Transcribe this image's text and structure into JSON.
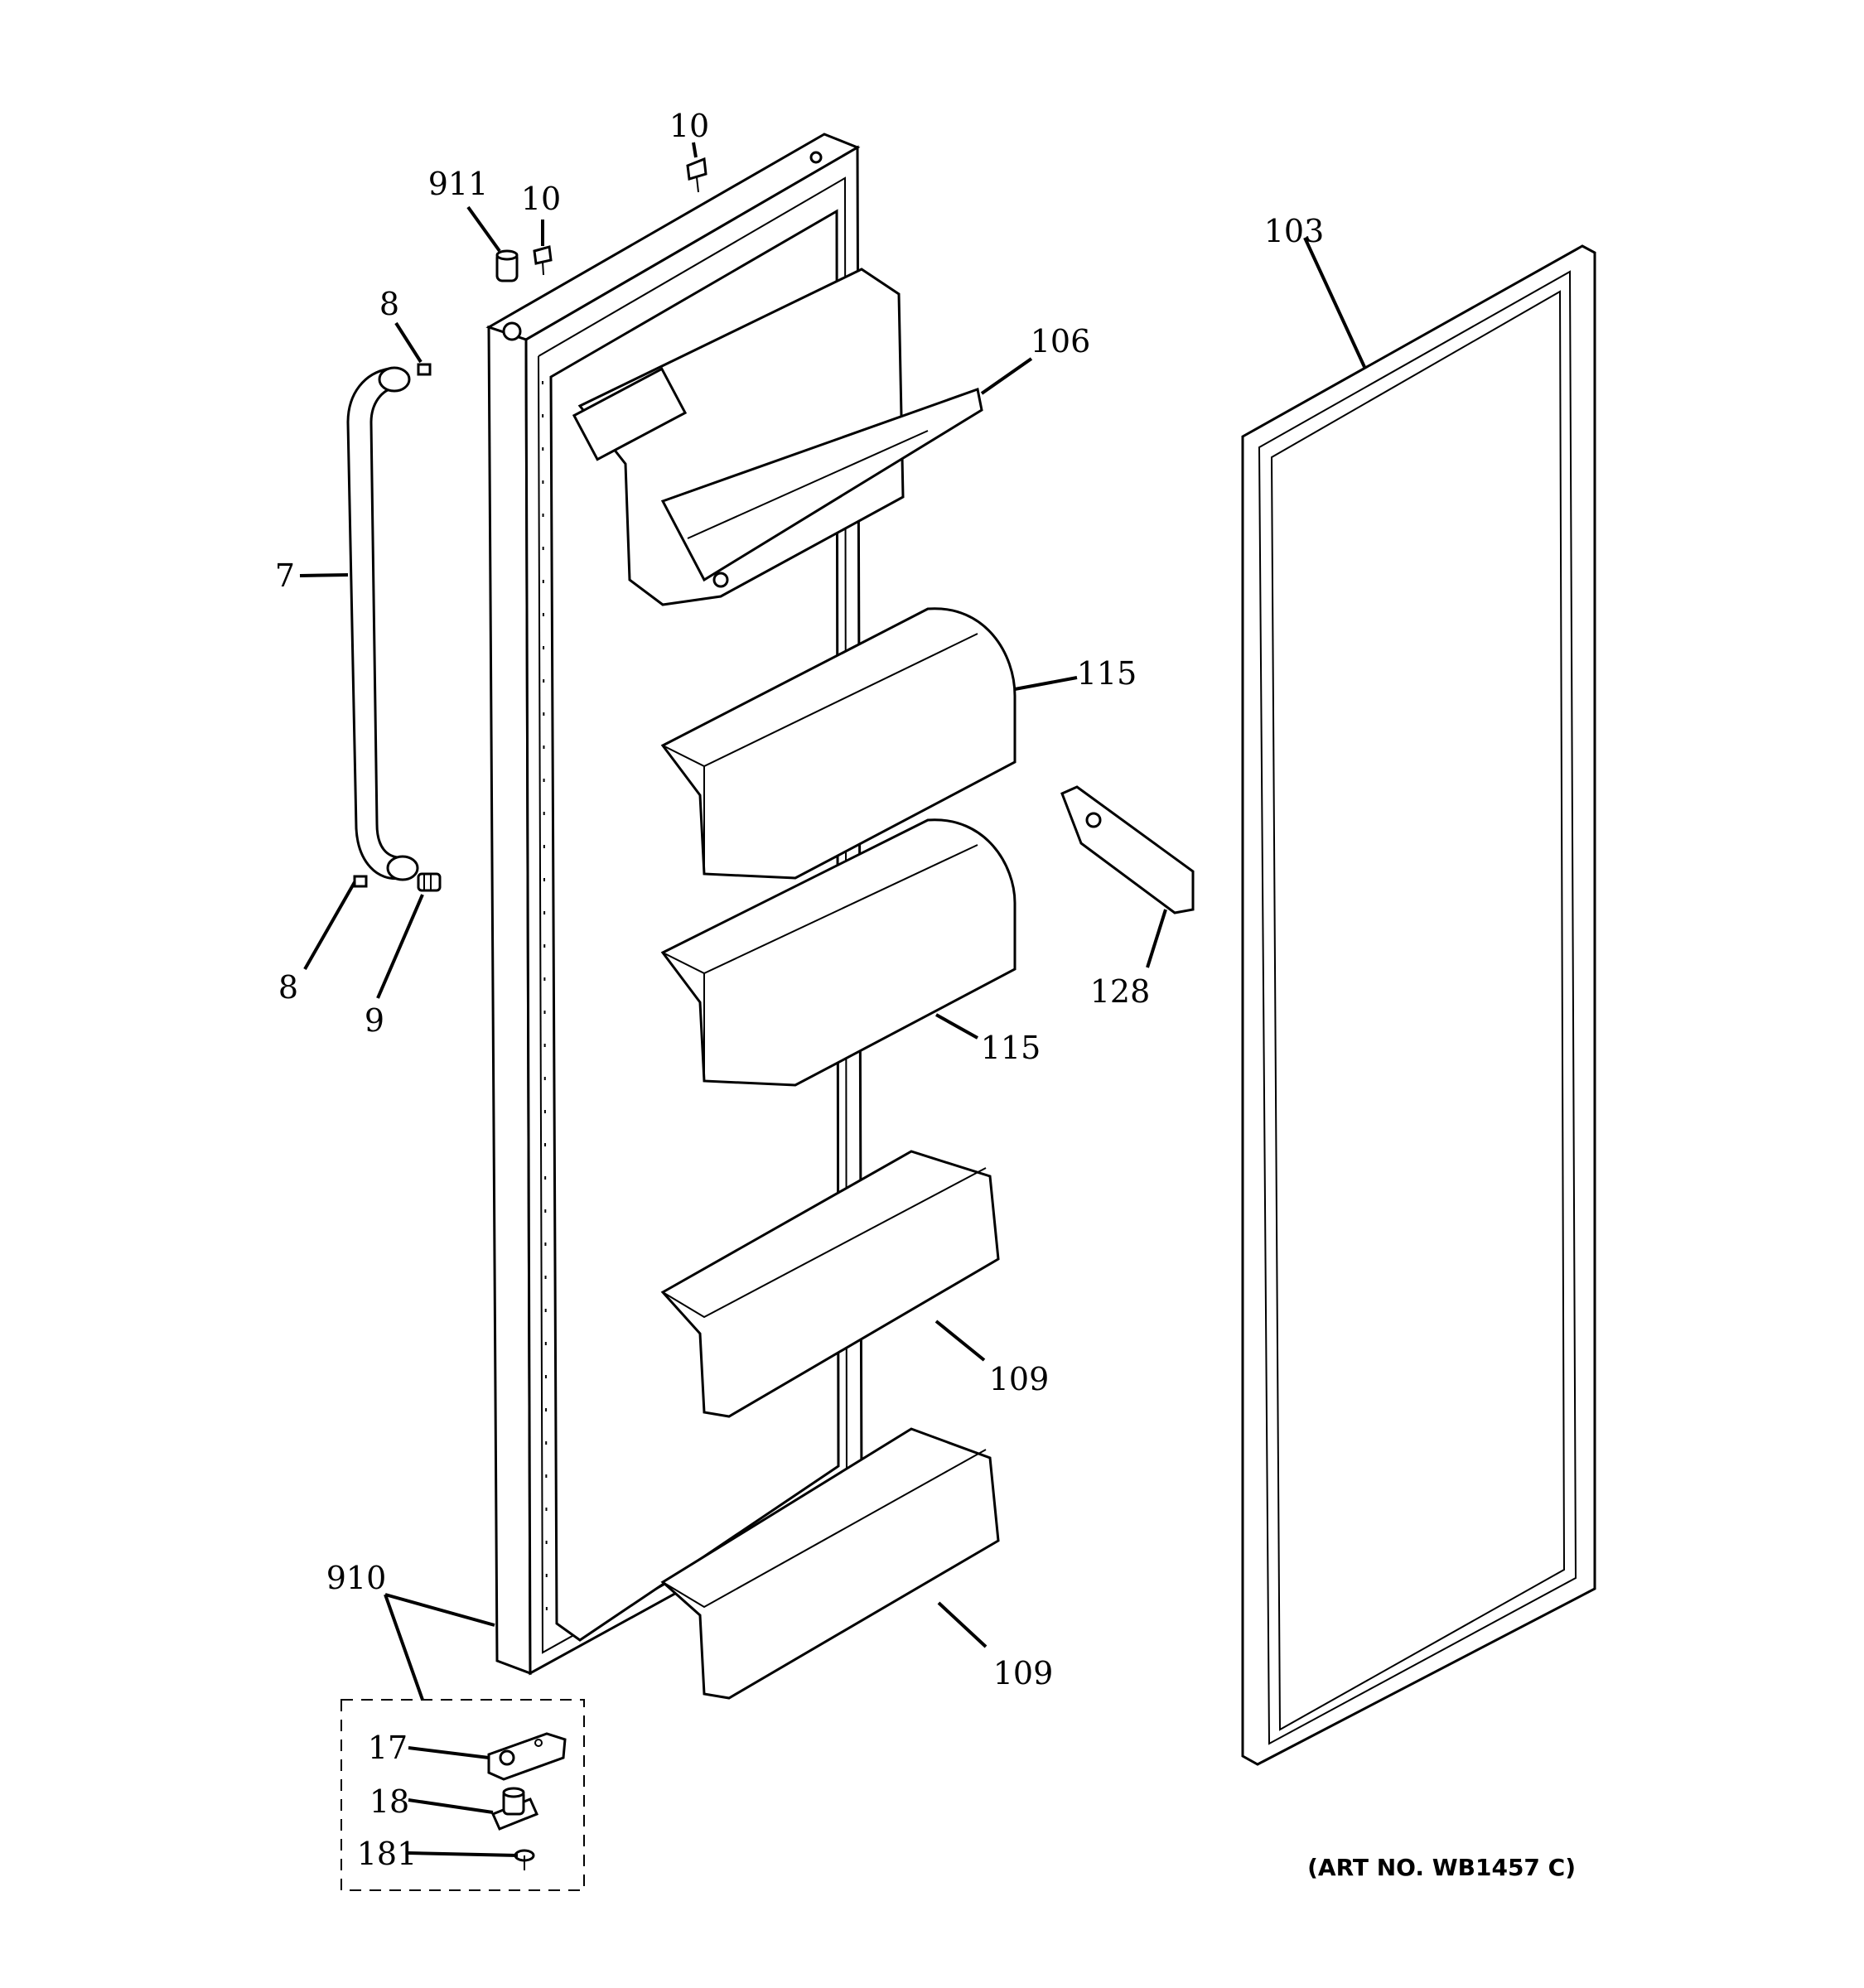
{
  "callouts": {
    "c10_top": "10",
    "c911": "911",
    "c10_left": "10",
    "c8_top": "8",
    "c7": "7",
    "c8_bottom": "8",
    "c9": "9",
    "c106": "106",
    "c115_top": "115",
    "c115_bottom": "115",
    "c128": "128",
    "c109_top": "109",
    "c109_bottom": "109",
    "c103": "103",
    "c910": "910",
    "c17": "17",
    "c18": "18",
    "c181": "181"
  },
  "art_number": "(ART NO. WB1457 C)"
}
